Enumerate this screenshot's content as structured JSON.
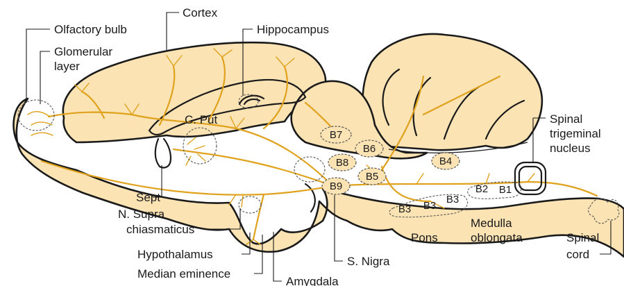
{
  "labels": {
    "olfactory_bulb": "Olfactory bulb",
    "glomerular_1": "Glomerular",
    "glomerular_2": "layer",
    "cortex": "Cortex",
    "hippocampus": "Hippocampus",
    "c_put": "C. Put",
    "spinal_trig_1": "Spinal",
    "spinal_trig_2": "trigeminal",
    "spinal_trig_3": "nucleus",
    "sept": "Sept",
    "n_supra_1": "N. Supra",
    "n_supra_2": "chiasmaticus",
    "hypothalamus": "Hypothalamus",
    "median_eminence": "Median eminence",
    "amygdala": "Amygdala",
    "s_nigra": "S. Nigra",
    "pons": "Pons",
    "medulla_1": "Medulla",
    "medulla_2": "oblongata",
    "spinal_cord_1": "Spinal",
    "spinal_cord_2": "cord"
  },
  "nuclei": {
    "b1": "B1",
    "b2": "B2",
    "b3a": "B3",
    "b3b": "B3",
    "b3c": "B3",
    "b4": "B4",
    "b5": "B5",
    "b6": "B6",
    "b7": "B7",
    "b8": "B8",
    "b9": "B9"
  },
  "colors": {
    "tissue": "#fbe3b4",
    "fiber": "#e0a21c",
    "outline": "#1a1a1a"
  }
}
